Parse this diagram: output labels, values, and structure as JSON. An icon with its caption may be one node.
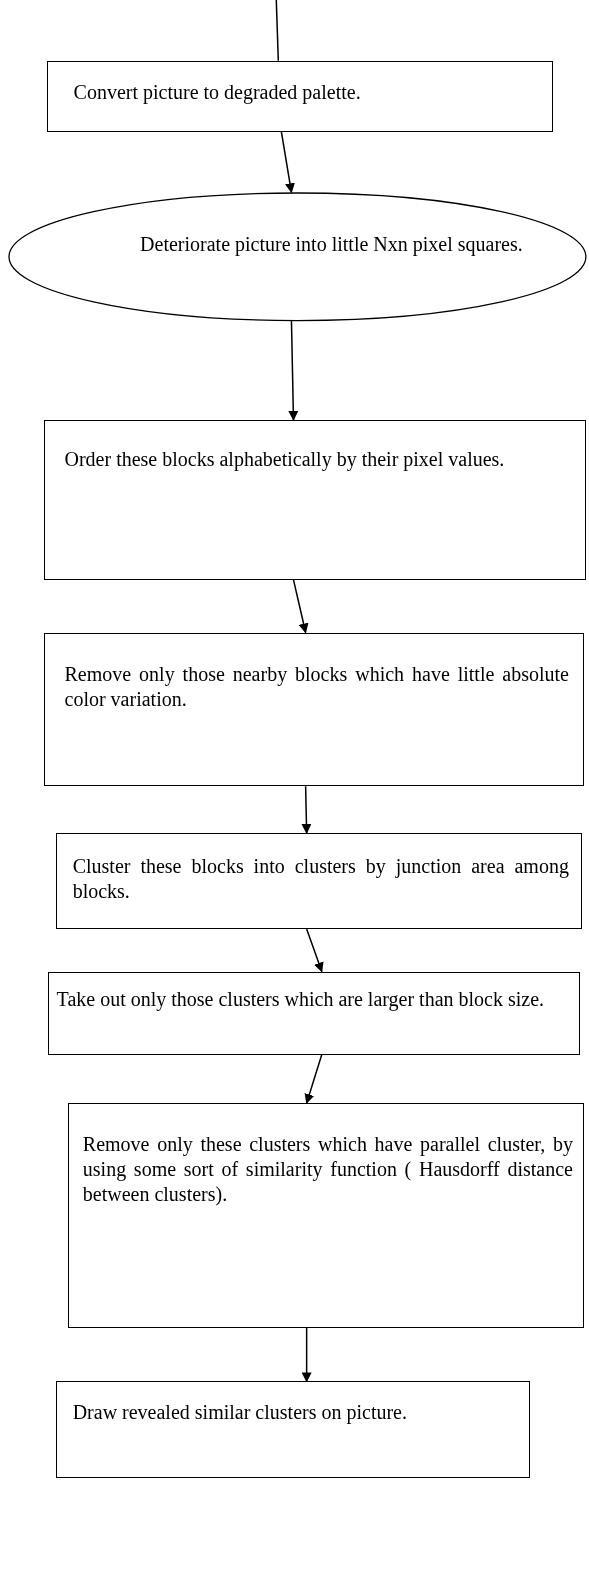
{
  "diagram": {
    "nodes": [
      {
        "text": [
          "Convert picture to degraded palette."
        ]
      },
      {
        "text": [
          "Deteriorate picture into little Nxn pixel squares."
        ]
      },
      {
        "text": [
          "Order these blocks alphabetically by their pixel values."
        ]
      },
      {
        "text": [
          "Remove only those nearby blocks which have little absolute color variation."
        ]
      },
      {
        "text": [
          "Cluster these blocks into clusters by junction area among blocks."
        ]
      },
      {
        "text": [
          "Take out only those clusters which are larger than block size."
        ]
      },
      {
        "text": [
          "Remove only these clusters which have parallel cluster, by using some sort of similarity function ( Hausdorff distance between clusters)."
        ]
      },
      {
        "text": [
          "Draw revealed similar clusters on picture."
        ]
      }
    ],
    "edges": [
      {
        "from": null,
        "to": 0,
        "arrow": "none"
      },
      {
        "from": 0,
        "to": 1,
        "arrow": "to"
      },
      {
        "from": 1,
        "to": 2,
        "arrow": "to"
      },
      {
        "from": 2,
        "to": 3,
        "arrow": "to"
      },
      {
        "from": 3,
        "to": 4,
        "arrow": "to"
      },
      {
        "from": 4,
        "to": 5,
        "arrow": "to"
      },
      {
        "from": 5,
        "to": 6,
        "arrow": "to"
      },
      {
        "from": 6,
        "to": 7,
        "arrow": "to"
      }
    ]
  }
}
